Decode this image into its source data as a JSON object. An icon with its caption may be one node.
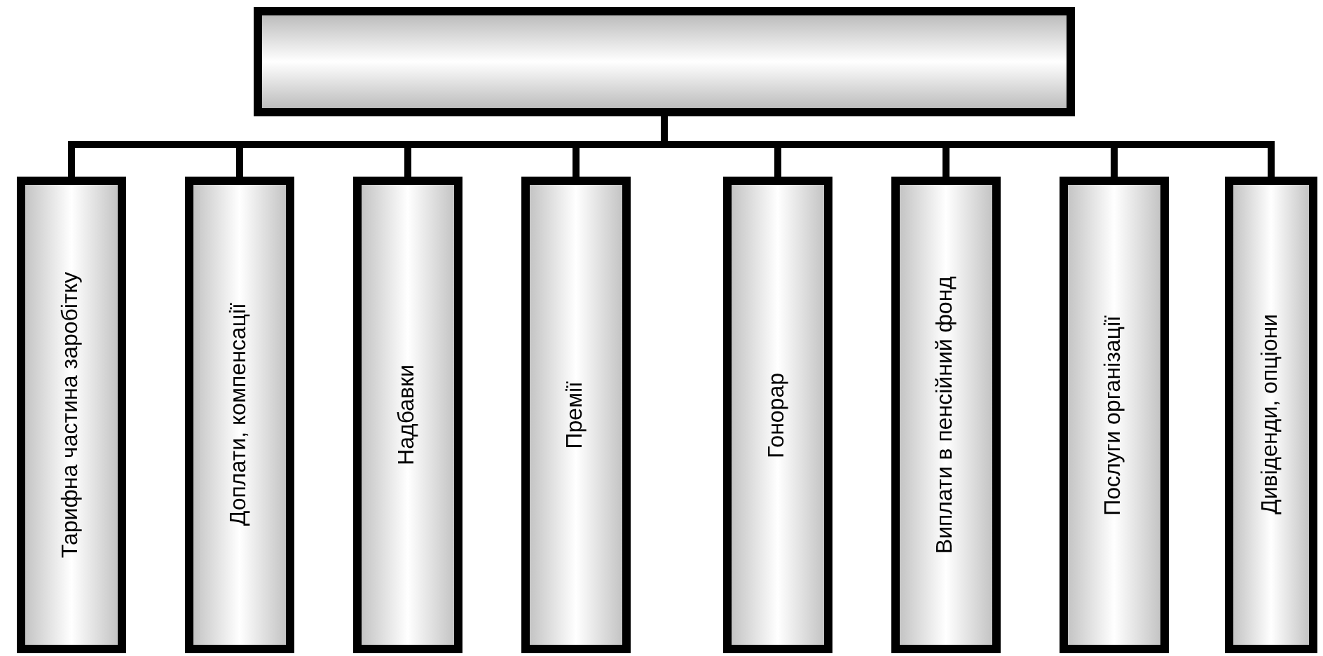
{
  "diagram": {
    "nodes": [
      {
        "text": [],
        "shape": "box"
      },
      {
        "text": [
          "Тарифна частина заробітку"
        ]
      },
      {
        "text": [
          "Доплати, компенсації"
        ]
      },
      {
        "text": [
          "Надбавки"
        ]
      },
      {
        "text": [
          "Премії"
        ]
      },
      {
        "text": [
          "Гонорар"
        ]
      },
      {
        "text": [
          "Виплати в пенсійний фонд"
        ]
      },
      {
        "text": [
          "Послуги організації"
        ]
      },
      {
        "text": [
          "Дивіденди, опціони"
        ]
      }
    ],
    "edges": [
      {
        "from": 0,
        "to": 1,
        "arrow": "none"
      },
      {
        "from": 0,
        "to": 2,
        "arrow": "none"
      },
      {
        "from": 0,
        "to": 3,
        "arrow": "none"
      },
      {
        "from": 0,
        "to": 4,
        "arrow": "none"
      },
      {
        "from": 0,
        "to": 5,
        "arrow": "none"
      },
      {
        "from": 0,
        "to": 6,
        "arrow": "none"
      },
      {
        "from": 0,
        "to": 7,
        "arrow": "none"
      },
      {
        "from": 0,
        "to": 8,
        "arrow": "none"
      }
    ]
  }
}
